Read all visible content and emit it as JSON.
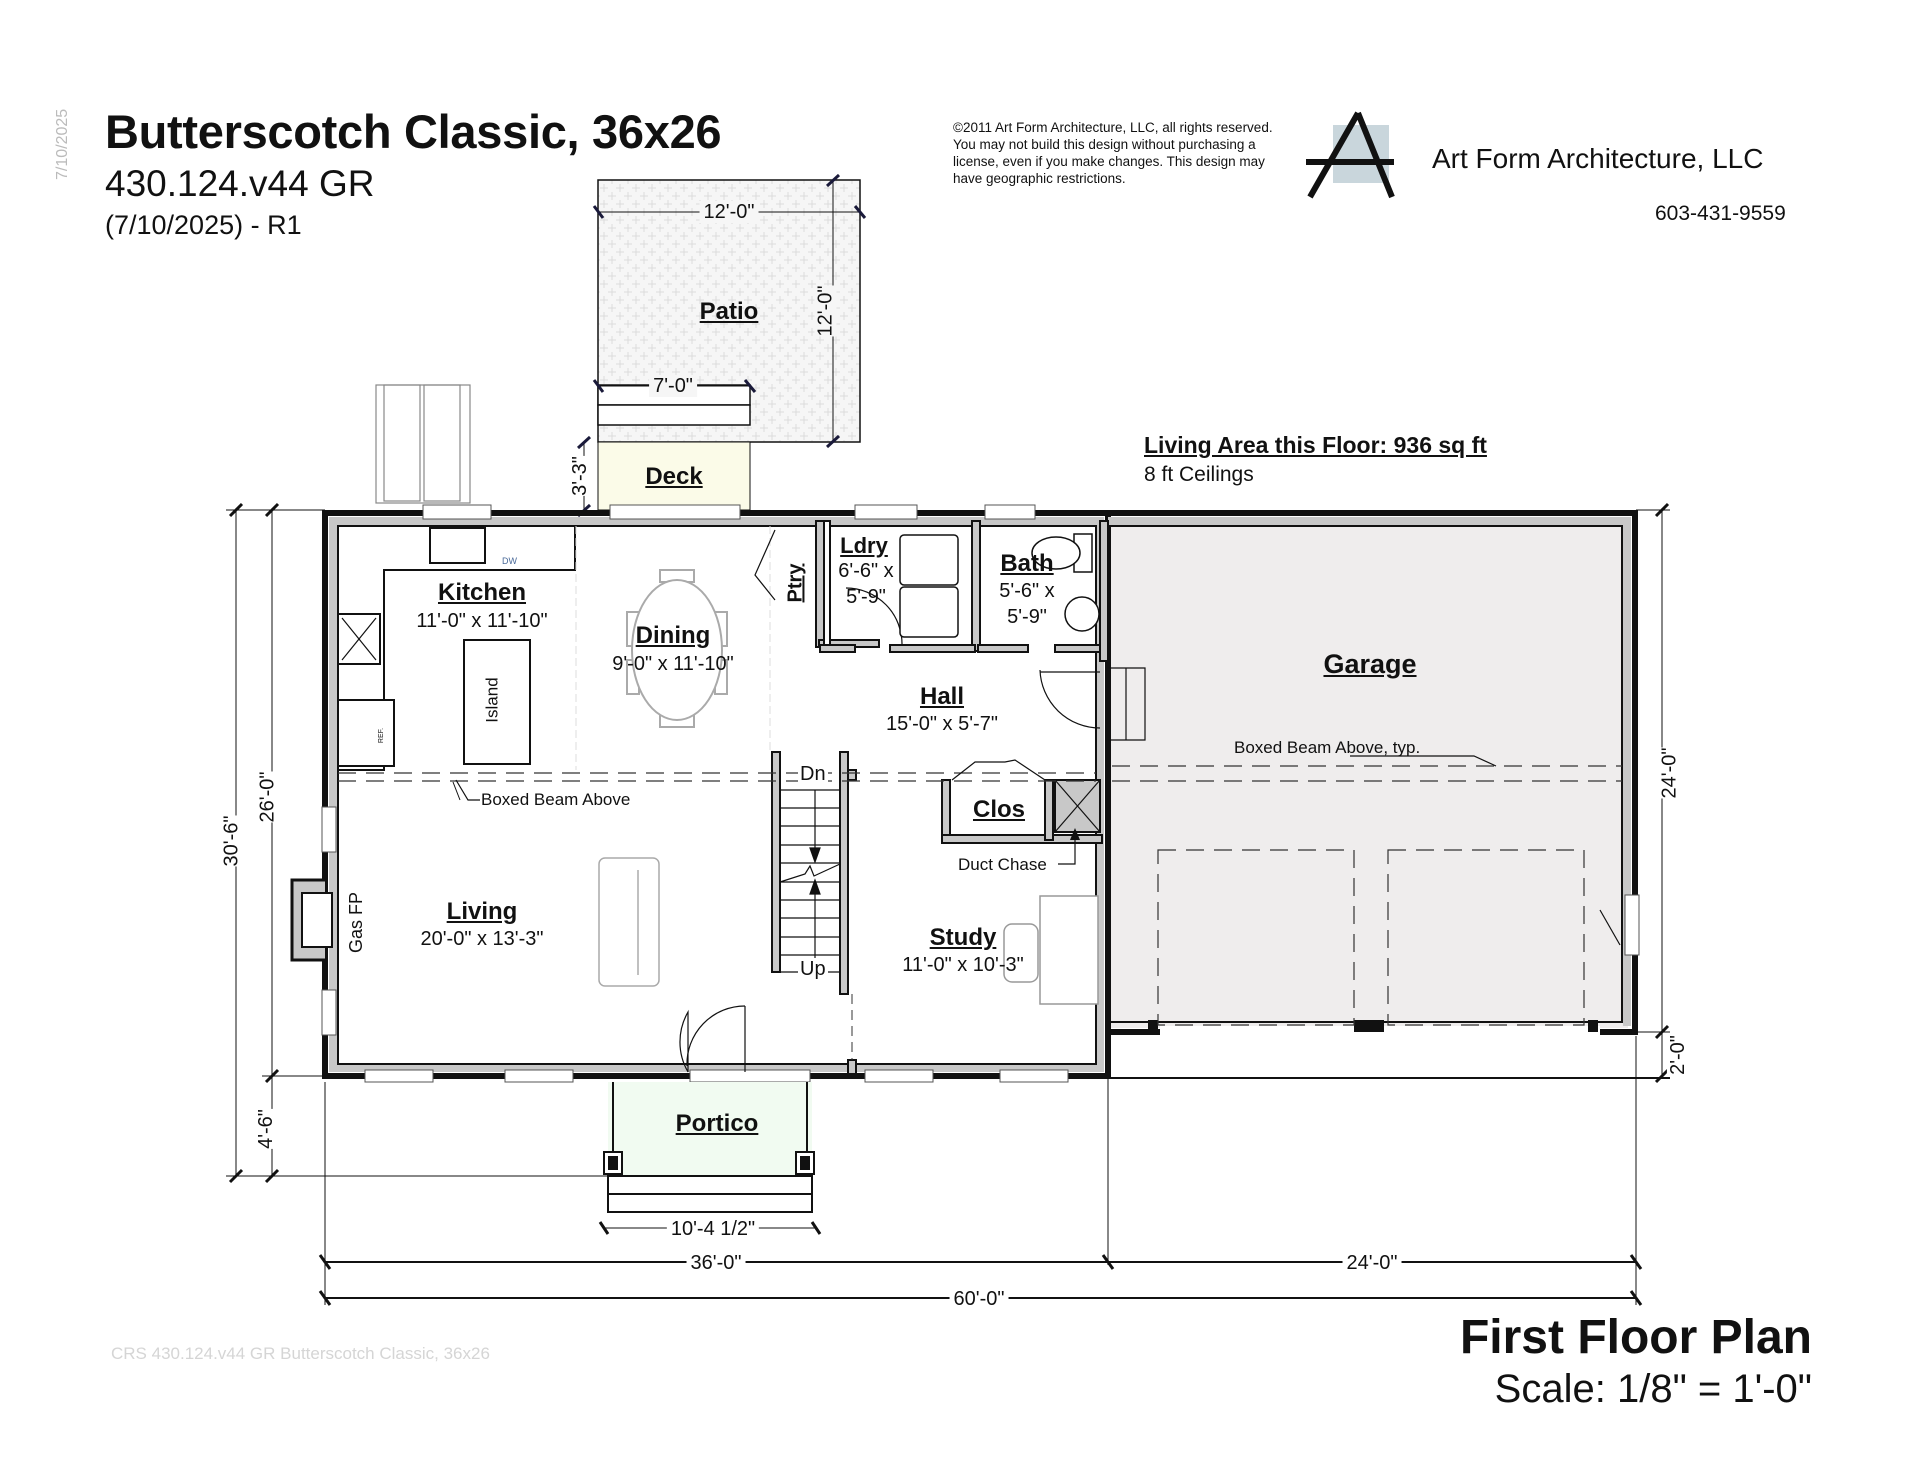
{
  "header": {
    "title": "Butterscotch Classic, 36x26",
    "plan_number": "430.124.v44 GR",
    "revision": "(7/10/2025) - R1",
    "side_stamp": "7/10/2025"
  },
  "copyright": "©2011 Art Form Architecture, LLC, all rights reserved. You may not build this design without purchasing a license, even if you make changes. This design may have geographic restrictions.",
  "company": {
    "name": "Art Form Architecture, LLC",
    "phone": "603-431-9559",
    "logo_icon": "letter-a-triangle-logo",
    "logo_accent": "#c9d6dc"
  },
  "summary": {
    "living_area": "Living Area this Floor: 936 sq ft",
    "ceilings": "8 ft Ceilings"
  },
  "rooms": {
    "patio": {
      "name": "Patio"
    },
    "deck": {
      "name": "Deck"
    },
    "kitchen": {
      "name": "Kitchen",
      "size": "11'-0\" x 11'-10\""
    },
    "dining": {
      "name": "Dining",
      "size": "9'-0\" x 11'-10\""
    },
    "pantry": {
      "name": "Ptry"
    },
    "laundry": {
      "name": "Ldry",
      "size_line1": "6'-6\" x",
      "size_line2": "5'-9\""
    },
    "bath": {
      "name": "Bath",
      "size_line1": "5'-6\" x",
      "size_line2": "5'-9\""
    },
    "hall": {
      "name": "Hall",
      "size": "15'-0\" x 5'-7\""
    },
    "garage": {
      "name": "Garage"
    },
    "closet": {
      "name": "Clos"
    },
    "living": {
      "name": "Living",
      "size": "20'-0\" x 13'-3\""
    },
    "study": {
      "name": "Study",
      "size": "11'-0\" x 10'-3\""
    },
    "portico": {
      "name": "Portico"
    }
  },
  "fixtures": {
    "island": "Island",
    "dishwasher": "DW",
    "refrigerator": "REF.",
    "fireplace": "Gas FP",
    "stairs_down": "Dn",
    "stairs_up": "Up"
  },
  "notes": {
    "boxed_beam": "Boxed Beam Above",
    "boxed_beam_garage": "Boxed Beam Above, typ.",
    "duct_chase": "Duct Chase"
  },
  "dimensions": {
    "patio_width": "12'-0\"",
    "patio_depth": "12'-0\"",
    "patio_steps": "7'-0\"",
    "deck_depth": "3'-3\"",
    "overall_depth": "30'-6\"",
    "house_depth": "26'-0\"",
    "portico_depth": "4'-6\"",
    "portico_width": "10'-4 1/2\"",
    "house_width": "36'-0\"",
    "garage_width": "24'-0\"",
    "overall_width": "60'-0\"",
    "garage_depth": "24'-0\"",
    "garage_offset": "2'-0\""
  },
  "footer": {
    "plan_title": "First Floor Plan",
    "scale": "Scale: 1/8\" = 1'-0\"",
    "watermark": "CRS 430.124.v44 GR Butterscotch Classic, 36x26"
  },
  "colors": {
    "wall_fill": "#c8c8c8",
    "garage_floor": "#efeded",
    "deck_fill": "#fbfbe8",
    "portico_fill": "#f1fbf1",
    "patio_fill": "#f6f6f6"
  }
}
